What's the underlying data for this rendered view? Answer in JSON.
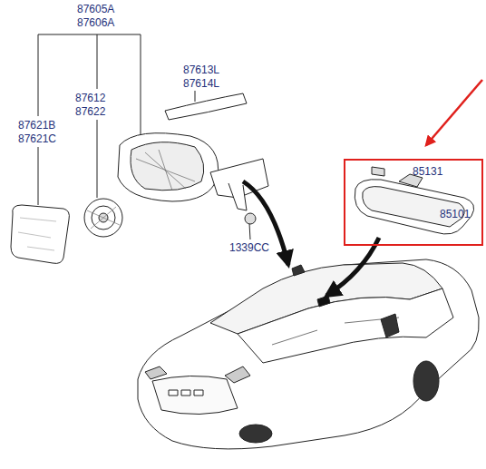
{
  "diagram": {
    "nodes": [
      {
        "text": [
          "85131",
          "85101"
        ]
      }
    ],
    "labels": [
      "87605A",
      "87606A",
      "87613L",
      "87614L",
      "87612",
      "87622",
      "87621B",
      "87621C",
      "1339CC"
    ]
  }
}
